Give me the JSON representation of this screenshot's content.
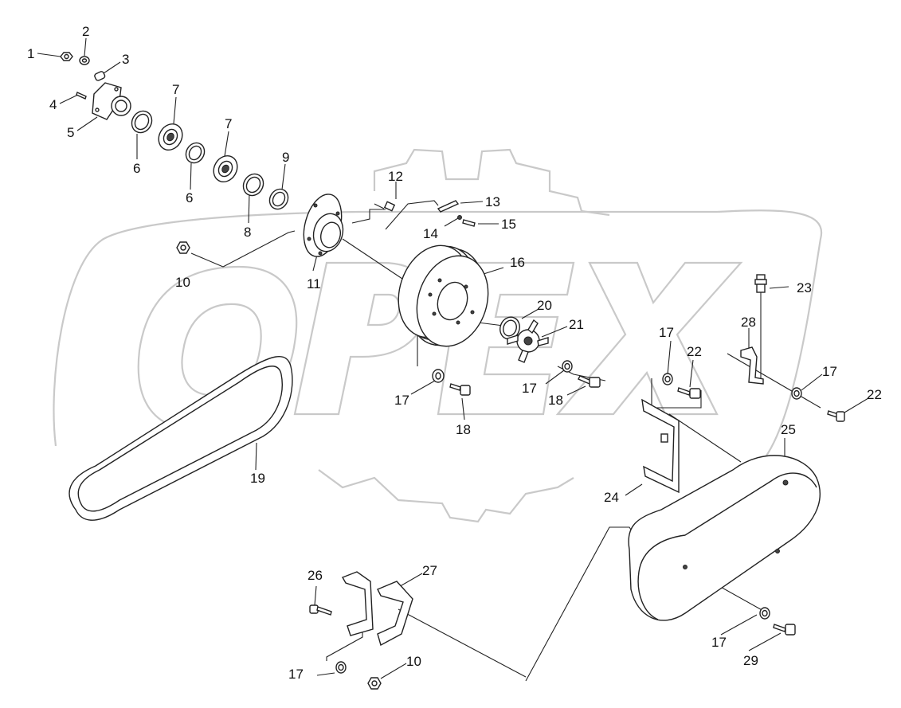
{
  "callouts": [
    {
      "id": "c1",
      "label": "1"
    },
    {
      "id": "c2",
      "label": "2"
    },
    {
      "id": "c3",
      "label": "3"
    },
    {
      "id": "c4",
      "label": "4"
    },
    {
      "id": "c5",
      "label": "5"
    },
    {
      "id": "c6a",
      "label": "6"
    },
    {
      "id": "c6b",
      "label": "6"
    },
    {
      "id": "c7a",
      "label": "7"
    },
    {
      "id": "c7b",
      "label": "7"
    },
    {
      "id": "c8",
      "label": "8"
    },
    {
      "id": "c9",
      "label": "9"
    },
    {
      "id": "c10a",
      "label": "10"
    },
    {
      "id": "c10b",
      "label": "10"
    },
    {
      "id": "c11",
      "label": "11"
    },
    {
      "id": "c12",
      "label": "12"
    },
    {
      "id": "c13",
      "label": "13"
    },
    {
      "id": "c14",
      "label": "14"
    },
    {
      "id": "c15",
      "label": "15"
    },
    {
      "id": "c16",
      "label": "16"
    },
    {
      "id": "c17a",
      "label": "17"
    },
    {
      "id": "c17b",
      "label": "17"
    },
    {
      "id": "c17c",
      "label": "17"
    },
    {
      "id": "c17d",
      "label": "17"
    },
    {
      "id": "c17e",
      "label": "17"
    },
    {
      "id": "c17f",
      "label": "17"
    },
    {
      "id": "c18a",
      "label": "18"
    },
    {
      "id": "c18b",
      "label": "18"
    },
    {
      "id": "c19",
      "label": "19"
    },
    {
      "id": "c20",
      "label": "20"
    },
    {
      "id": "c21",
      "label": "21"
    },
    {
      "id": "c22a",
      "label": "22"
    },
    {
      "id": "c22b",
      "label": "22"
    },
    {
      "id": "c23",
      "label": "23"
    },
    {
      "id": "c24",
      "label": "24"
    },
    {
      "id": "c25",
      "label": "25"
    },
    {
      "id": "c26",
      "label": "26"
    },
    {
      "id": "c27",
      "label": "27"
    },
    {
      "id": "c28",
      "label": "28"
    },
    {
      "id": "c29",
      "label": "29"
    }
  ],
  "watermark": {
    "text": "OPEX",
    "color": "#c9c9c9"
  },
  "colors": {
    "line": "#222222",
    "text": "#111111",
    "background": "#ffffff"
  }
}
